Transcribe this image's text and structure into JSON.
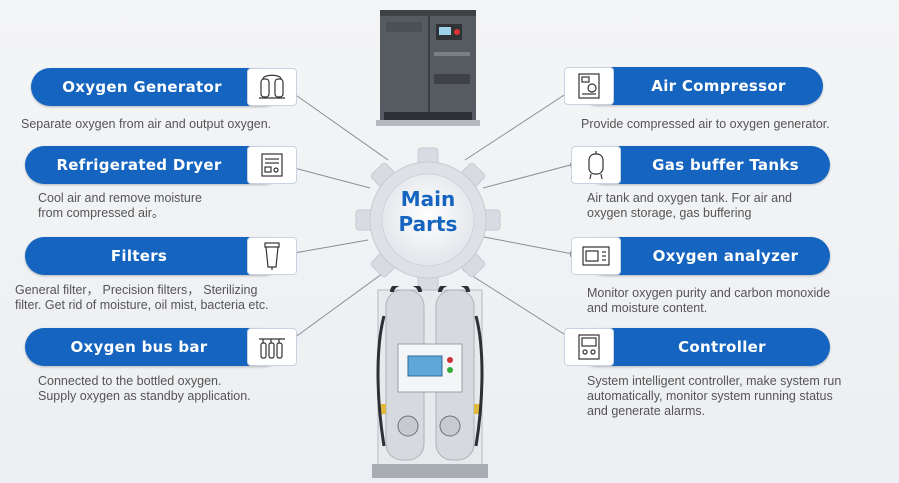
{
  "center": {
    "line1": "Main",
    "line2": "Parts"
  },
  "left_items": [
    {
      "label": "Oxygen Generator",
      "icon": "oxygen-generator-icon",
      "desc": [
        "Separate oxygen from air and output oxygen."
      ]
    },
    {
      "label": "Refrigerated Dryer",
      "icon": "refrigerated-dryer-icon",
      "desc": [
        "Cool air and remove moisture",
        "from compressed air。"
      ]
    },
    {
      "label": "Filters",
      "icon": "filter-icon",
      "desc": [
        "General filter， Precision filters， Sterilizing",
        "filter. Get rid of moisture, oil mist, bacteria etc."
      ]
    },
    {
      "label": "Oxygen bus bar",
      "icon": "oxygen-bus-bar-icon",
      "desc": [
        "Connected to the bottled oxygen.",
        "Supply oxygen as standby application."
      ]
    }
  ],
  "right_items": [
    {
      "label": "Air Compressor",
      "icon": "air-compressor-icon",
      "desc": [
        "Provide compressed air to oxygen generator."
      ]
    },
    {
      "label": "Gas buffer Tanks",
      "icon": "gas-tank-icon",
      "desc": [
        "Air tank and oxygen tank. For air and",
        "oxygen storage, gas buffering"
      ]
    },
    {
      "label": "Oxygen analyzer",
      "icon": "oxygen-analyzer-icon",
      "desc": [
        "Monitor oxygen purity and carbon monoxide",
        "and moisture content."
      ]
    },
    {
      "label": "Controller",
      "icon": "controller-icon",
      "desc": [
        "System intelligent controller, make system run",
        "automatically, monitor system running status",
        "and generate alarms."
      ]
    }
  ],
  "colors": {
    "accent": "#1565c0",
    "text": "#555555",
    "line": "#8a8f96"
  }
}
